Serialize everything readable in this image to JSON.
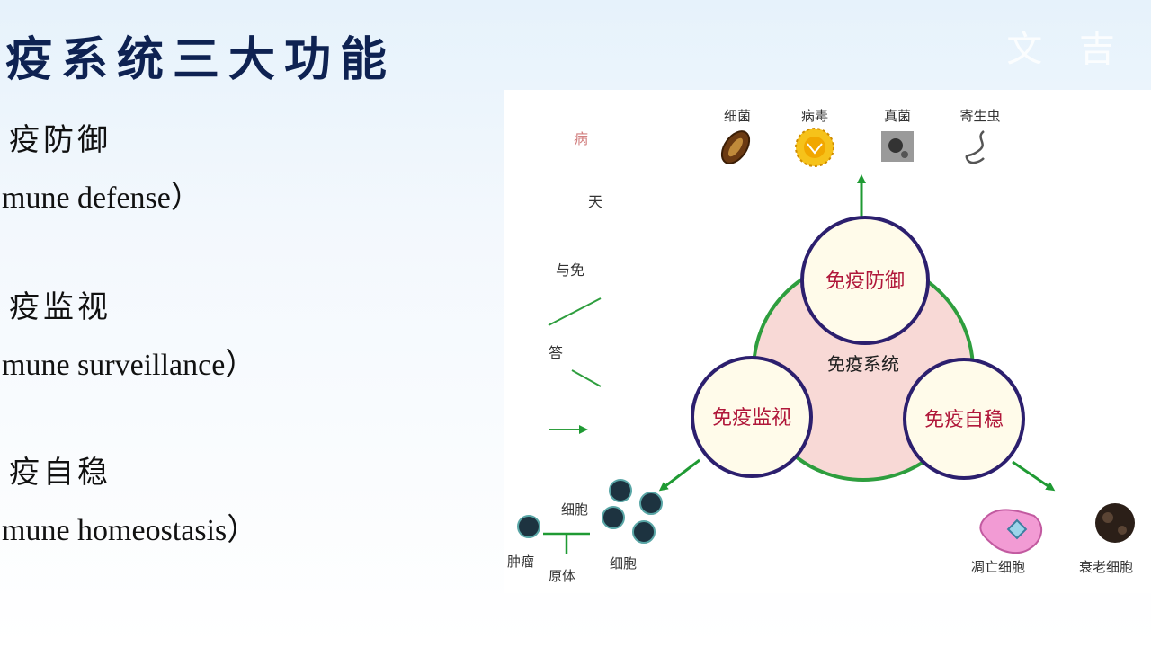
{
  "slide": {
    "title": "疫系统三大功能",
    "watermark": "文 吉"
  },
  "functions": [
    {
      "cn": "疫防御",
      "en": "mune defense）"
    },
    {
      "cn": "疫监视",
      "en": "mune surveillance）"
    },
    {
      "cn": "疫自稳",
      "en": "mune homeostasis）"
    }
  ],
  "diagram": {
    "center_label": "免疫系统",
    "nodes": {
      "defense": "免疫防御",
      "surveillance": "免疫监视",
      "homeostasis": "免疫自稳"
    },
    "pathogens": [
      "细菌",
      "病毒",
      "真菌",
      "寄生虫"
    ],
    "surveillance_targets": {
      "tumor": "肿瘤",
      "cells": "细胞",
      "cells2": "细胞",
      "pathogen": "原体"
    },
    "homeostasis_targets": {
      "apoptotic": "凋亡细胞",
      "senescent": "衰老细胞"
    },
    "cutoff_text": {
      "a": "病",
      "b": "天",
      "c": "与免",
      "d": "答"
    },
    "colors": {
      "title": "#0e2252",
      "node_border": "#2c1f6e",
      "node_fill": "#fffbea",
      "node_text": "#b0173a",
      "triangle_fill": "#f8d9d6",
      "ring": "#2e9e3e",
      "arrow": "#1f9a33"
    }
  }
}
